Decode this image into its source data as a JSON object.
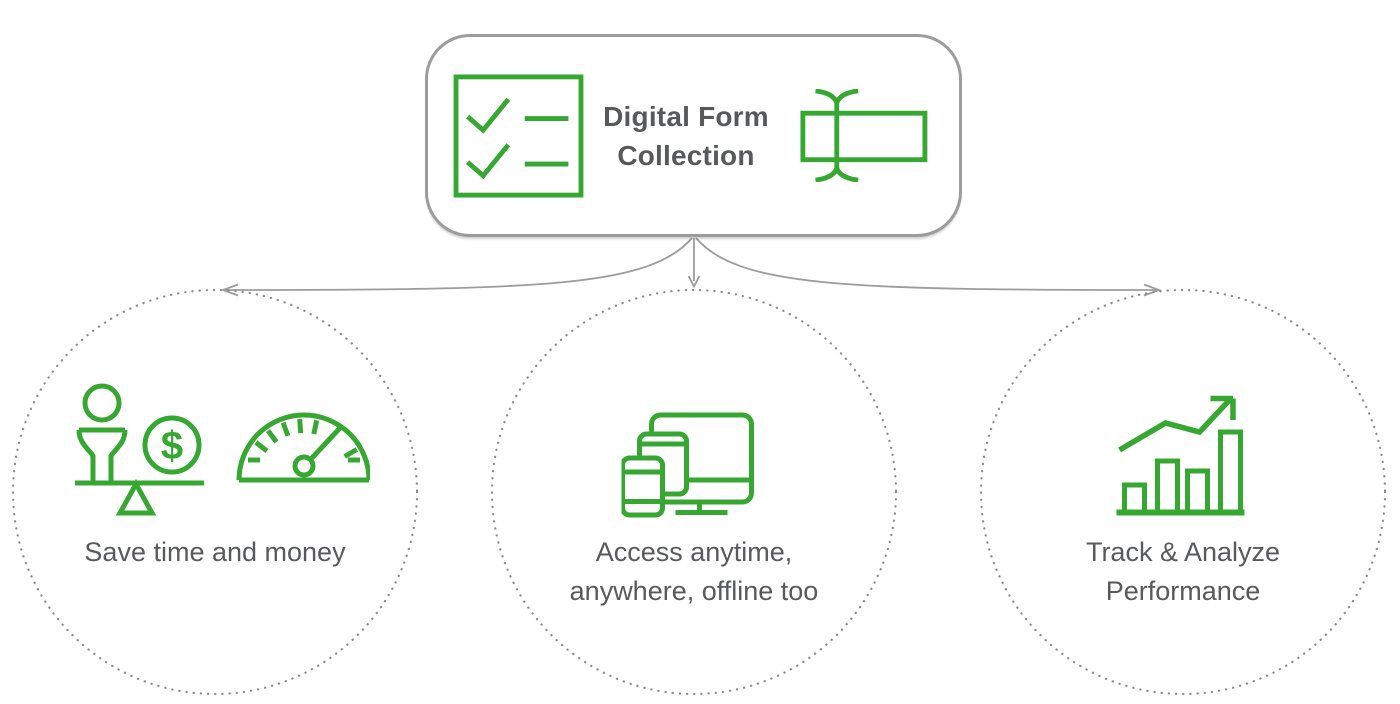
{
  "root": {
    "title": "Digital Form Collection"
  },
  "features": [
    {
      "id": "save-time-money",
      "lines": [
        "Save time and money",
        ""
      ]
    },
    {
      "id": "access-anywhere",
      "lines": [
        "Access anytime,",
        "anywhere, offline too"
      ]
    },
    {
      "id": "track-analyze",
      "lines": [
        "Track & Analyze",
        "Performance"
      ]
    }
  ],
  "glyphs": {
    "dollar_sign": "$"
  },
  "icons": {
    "root_left": "checklist-icon",
    "root_right": "text-field-cursor-icon",
    "feature_1": "balance-scale-speedometer-icon",
    "feature_2": "responsive-devices-icon",
    "feature_3": "growth-bar-chart-icon"
  },
  "colors": {
    "accent_green": "#36a832",
    "line_gray": "#9c9c9c",
    "text_gray": "#58595b",
    "dot_gray": "#8a8a8a",
    "background": "#ffffff"
  }
}
